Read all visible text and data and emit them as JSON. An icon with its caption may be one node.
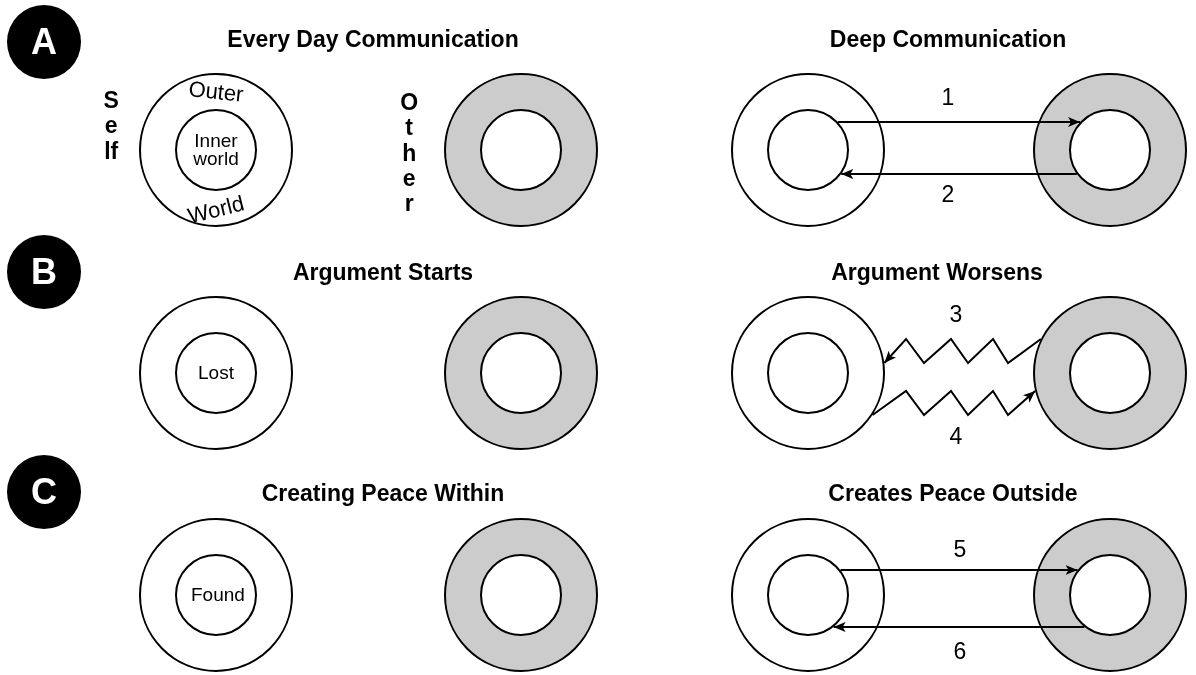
{
  "diagram": {
    "nodes": [
      {
        "text": [
          "A"
        ]
      },
      {
        "text": [
          "Outer",
          "World"
        ]
      },
      {
        "text": [
          "Inner world"
        ],
        "in": 1
      },
      {
        "text": [],
        "shape": "circle"
      },
      {
        "text": [],
        "shape": "circle",
        "in": 3
      },
      {
        "text": [],
        "shape": "circle"
      },
      {
        "text": [],
        "shape": "circle",
        "in": 5
      },
      {
        "text": [],
        "shape": "circle"
      },
      {
        "text": [],
        "shape": "circle",
        "in": 7
      },
      {
        "text": [
          "B"
        ]
      },
      {
        "text": [],
        "shape": "circle"
      },
      {
        "text": [
          "Lost"
        ],
        "in": 10
      },
      {
        "text": [],
        "shape": "circle"
      },
      {
        "text": [],
        "shape": "circle",
        "in": 12
      },
      {
        "text": [],
        "shape": "circle"
      },
      {
        "text": [],
        "shape": "circle",
        "in": 14
      },
      {
        "text": [],
        "shape": "circle"
      },
      {
        "text": [],
        "shape": "circle",
        "in": 16
      },
      {
        "text": [
          "C"
        ]
      },
      {
        "text": [],
        "shape": "circle"
      },
      {
        "text": [
          "Found"
        ],
        "in": 19
      },
      {
        "text": [],
        "shape": "circle"
      },
      {
        "text": [],
        "shape": "circle",
        "in": 21
      },
      {
        "text": [],
        "shape": "circle"
      },
      {
        "text": [],
        "shape": "circle",
        "in": 23
      },
      {
        "text": [],
        "shape": "circle"
      },
      {
        "text": [],
        "shape": "circle",
        "in": 25
      }
    ],
    "edges": [
      {
        "from": 6,
        "to": 8,
        "arrow": "to",
        "label": "1"
      },
      {
        "from": 8,
        "to": 6,
        "arrow": "to",
        "label": "2"
      },
      {
        "from": 16,
        "to": 14,
        "arrow": "to",
        "label": "3"
      },
      {
        "from": 14,
        "to": 16,
        "arrow": "to",
        "label": "4"
      },
      {
        "from": 24,
        "to": 26,
        "arrow": "to",
        "label": "5"
      },
      {
        "from": 26,
        "to": 24,
        "arrow": "to",
        "label": "6"
      }
    ],
    "labels": [
      "Every Day Communication",
      "Deep Communication",
      "Self",
      "Other",
      "Argument Starts",
      "Argument Worsens",
      "Creating Peace Within",
      "Creates Peace Outside"
    ]
  }
}
